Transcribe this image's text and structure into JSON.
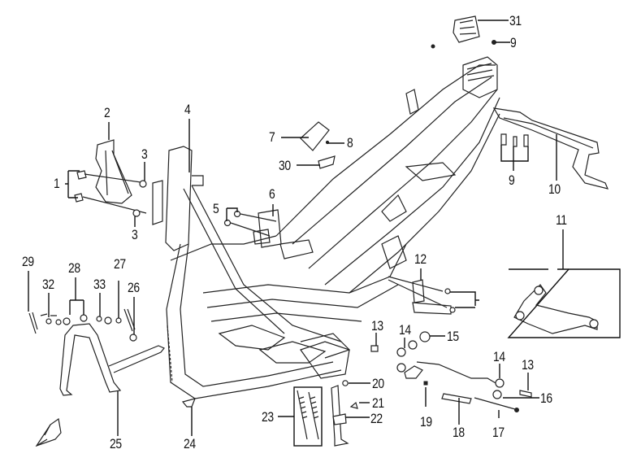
{
  "diagram": {
    "title": "Frame body exploded view",
    "parts": [
      {
        "ref": "1"
      },
      {
        "ref": "2"
      },
      {
        "ref": "3a",
        "label": "3"
      },
      {
        "ref": "3b",
        "label": "3"
      },
      {
        "ref": "4"
      },
      {
        "ref": "5a",
        "label": "5"
      },
      {
        "ref": "5b",
        "label": "5"
      },
      {
        "ref": "6"
      },
      {
        "ref": "7"
      },
      {
        "ref": "8"
      },
      {
        "ref": "9a",
        "label": "9"
      },
      {
        "ref": "9b",
        "label": "9"
      },
      {
        "ref": "10"
      },
      {
        "ref": "11"
      },
      {
        "ref": "12"
      },
      {
        "ref": "13a",
        "label": "13"
      },
      {
        "ref": "13b",
        "label": "13"
      },
      {
        "ref": "14a",
        "label": "14"
      },
      {
        "ref": "14b",
        "label": "14"
      },
      {
        "ref": "15"
      },
      {
        "ref": "16"
      },
      {
        "ref": "17"
      },
      {
        "ref": "18"
      },
      {
        "ref": "19"
      },
      {
        "ref": "20"
      },
      {
        "ref": "21"
      },
      {
        "ref": "22"
      },
      {
        "ref": "23"
      },
      {
        "ref": "24"
      },
      {
        "ref": "25"
      },
      {
        "ref": "26"
      },
      {
        "ref": "27"
      },
      {
        "ref": "28"
      },
      {
        "ref": "29"
      },
      {
        "ref": "30"
      },
      {
        "ref": "31"
      },
      {
        "ref": "32"
      },
      {
        "ref": "33"
      }
    ],
    "labels": {
      "p1": "1",
      "p2": "2",
      "p3a": "3",
      "p3b": "3",
      "p4": "4",
      "p5a": "5",
      "p5b": "5",
      "p6": "6",
      "p7": "7",
      "p8": "8",
      "p9a": "9",
      "p9b": "9",
      "p10": "10",
      "p11": "11",
      "p12": "12",
      "p13a": "13",
      "p13b": "13",
      "p14a": "14",
      "p14b": "14",
      "p15": "15",
      "p16": "16",
      "p17": "17",
      "p18": "18",
      "p19": "19",
      "p20": "20",
      "p21": "21",
      "p22": "22",
      "p23": "23",
      "p24": "24",
      "p25": "25",
      "p26": "26",
      "p27": "27",
      "p28": "28",
      "p29": "29",
      "p30": "30",
      "p31": "31",
      "p32": "32",
      "p33": "33"
    },
    "icons": {
      "front_direction": "front-arrow-icon"
    }
  }
}
